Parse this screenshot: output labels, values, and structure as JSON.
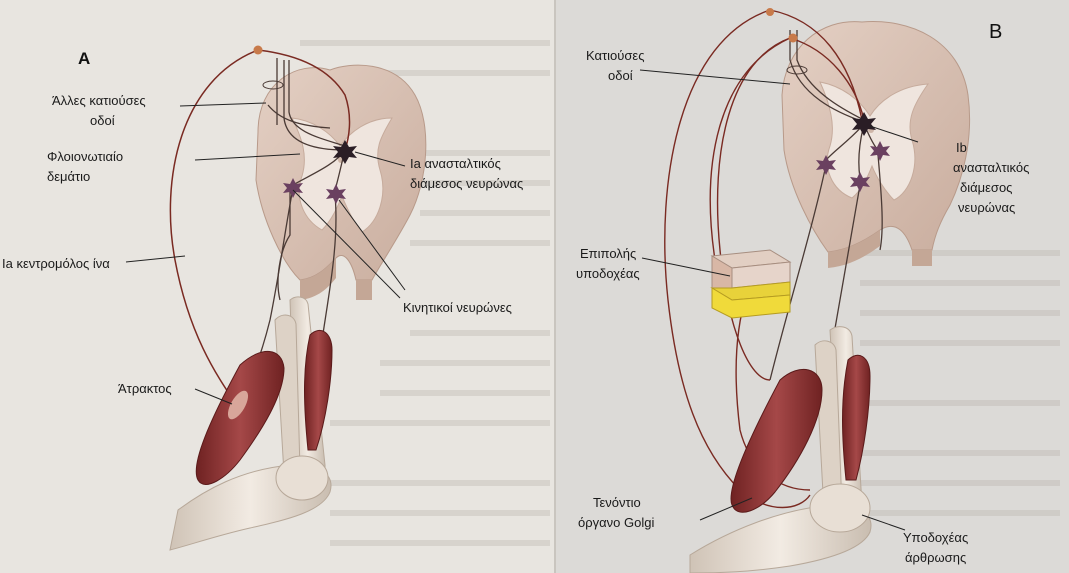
{
  "panel_a": {
    "letter": "A",
    "labels": {
      "other_descending_1": "Άλλες κατιούσες",
      "other_descending_2": "οδοί",
      "corticospinal_1": "Φλοιονωτιαίο",
      "corticospinal_2": "δεμάτιο",
      "ia_interneuron_1": "Ia ανασταλτικός",
      "ia_interneuron_2": "διάμεσος νευρώνας",
      "ia_afferent": "Ia κεντρομόλος ίνα",
      "motor_neurons": "Κινητικοί νευρώνες",
      "spindle": "Άτρακτος"
    }
  },
  "panel_b": {
    "letter": "B",
    "labels": {
      "descending_1": "Κατιούσες",
      "descending_2": "οδοί",
      "ib_interneuron_1": "Ib",
      "ib_interneuron_2": "ανασταλτικός",
      "ib_interneuron_3": "διάμεσος",
      "ib_interneuron_4": "νευρώνας",
      "superficial_receptor_1": "Επιπολής",
      "superficial_receptor_2": "υποδοχέας",
      "golgi_organ_1": "Τενόντιο",
      "golgi_organ_2": "όργανο Golgi",
      "joint_receptor_1": "Υποδοχέας",
      "joint_receptor_2": "άρθρωσης"
    }
  },
  "colors": {
    "page_left": "#e8e5e0",
    "page_right": "#d9d7d4",
    "spinal_cord": "#d8c2b6",
    "gray_matter": "#ede2da",
    "muscle": "#8e2f2f",
    "bone": "#e6dcd1",
    "neuron": "#5a3550",
    "nerve_line": "#5a4a44",
    "afferent_line": "#7a2a22",
    "receptor_skin_yellow": "#e8d23a"
  }
}
